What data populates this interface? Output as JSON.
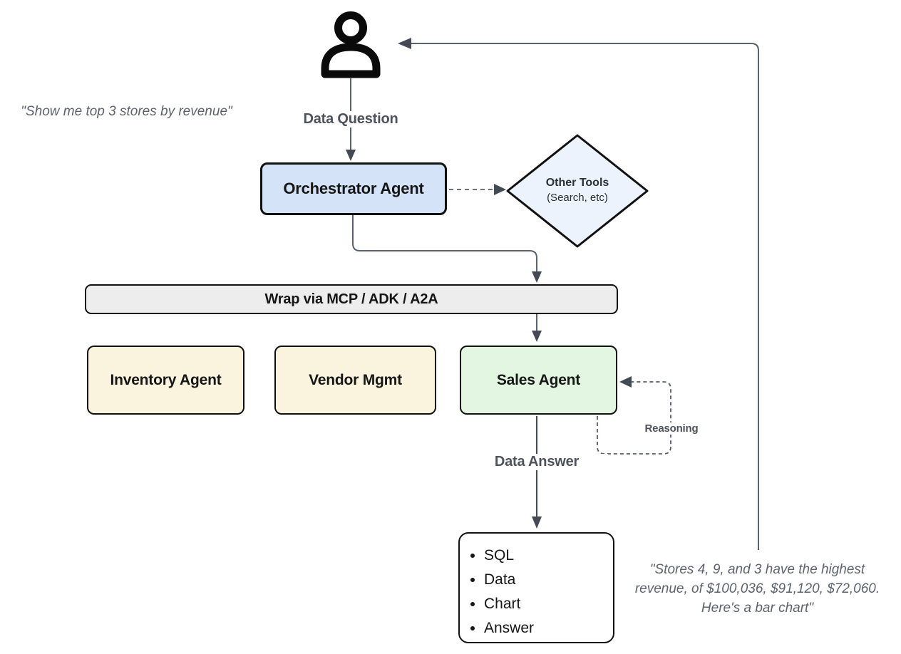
{
  "diagram": {
    "user_quote": "\"Show me top 3 stores by revenue\"",
    "labels": {
      "data_question": "Data Question",
      "data_answer": "Data Answer",
      "reasoning": "Reasoning"
    },
    "nodes": {
      "orchestrator": {
        "label": "Orchestrator Agent",
        "fill": "#d5e3f8"
      },
      "other_tools": {
        "title": "Other Tools",
        "subtitle": "(Search, etc)",
        "fill": "#edf3fd"
      },
      "wrap_bar": {
        "label": "Wrap via MCP / ADK / A2A",
        "fill": "#ededed"
      },
      "inventory_agent": {
        "label": "Inventory Agent",
        "fill": "#faf3dd"
      },
      "vendor_mgmt": {
        "label": "Vendor Mgmt",
        "fill": "#faf3dd"
      },
      "sales_agent": {
        "label": "Sales Agent",
        "fill": "#e2f6e2"
      },
      "output": {
        "items": [
          "SQL",
          "Data",
          "Chart",
          "Answer"
        ],
        "fill": "#ffffff"
      }
    },
    "answer_quote": {
      "line1": "\"Stores 4, 9, and 3 have the highest",
      "line2": "revenue, of $100,036, $91,120, $72,060.",
      "line3": "Here's a bar chart\""
    },
    "colors": {
      "border": "#111111",
      "line": "#5b6370",
      "arrowhead": "#434a54",
      "icon": "#0a0a0a"
    }
  }
}
